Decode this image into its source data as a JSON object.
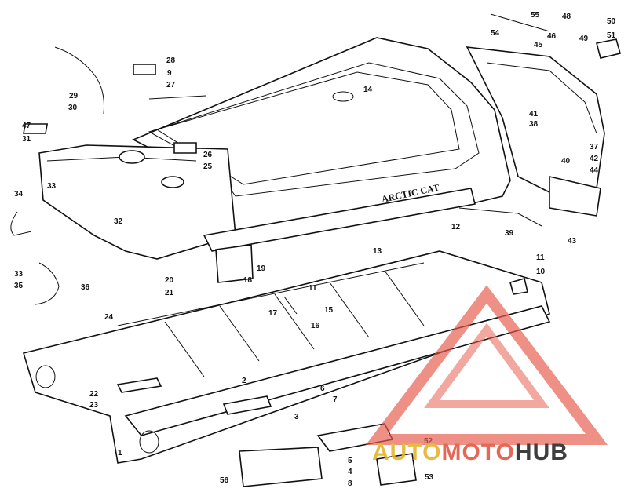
{
  "diagram": {
    "callouts": [
      {
        "id": "c55",
        "num": "55"
      },
      {
        "id": "c48",
        "num": "48"
      },
      {
        "id": "c50",
        "num": "50"
      },
      {
        "id": "c54",
        "num": "54"
      },
      {
        "id": "c46",
        "num": "46"
      },
      {
        "id": "c49",
        "num": "49"
      },
      {
        "id": "c51",
        "num": "51"
      },
      {
        "id": "c45",
        "num": "45"
      },
      {
        "id": "c28",
        "num": "28"
      },
      {
        "id": "c9",
        "num": "9"
      },
      {
        "id": "c27",
        "num": "27"
      },
      {
        "id": "c29",
        "num": "29"
      },
      {
        "id": "c30",
        "num": "30"
      },
      {
        "id": "c14",
        "num": "14"
      },
      {
        "id": "c47",
        "num": "47"
      },
      {
        "id": "c31",
        "num": "31"
      },
      {
        "id": "c26",
        "num": "26"
      },
      {
        "id": "c25",
        "num": "25"
      },
      {
        "id": "c41",
        "num": "41"
      },
      {
        "id": "c38",
        "num": "38"
      },
      {
        "id": "c37",
        "num": "37"
      },
      {
        "id": "c42",
        "num": "42"
      },
      {
        "id": "c40",
        "num": "40"
      },
      {
        "id": "c44",
        "num": "44"
      },
      {
        "id": "c34",
        "num": "34"
      },
      {
        "id": "c33a",
        "num": "33"
      },
      {
        "id": "c32",
        "num": "32"
      },
      {
        "id": "c12",
        "num": "12"
      },
      {
        "id": "c39",
        "num": "39"
      },
      {
        "id": "c43",
        "num": "43"
      },
      {
        "id": "c13",
        "num": "13"
      },
      {
        "id": "c33b",
        "num": "33"
      },
      {
        "id": "c35",
        "num": "35"
      },
      {
        "id": "c19",
        "num": "19"
      },
      {
        "id": "c11a",
        "num": "11"
      },
      {
        "id": "c10",
        "num": "10"
      },
      {
        "id": "c36",
        "num": "36"
      },
      {
        "id": "c20",
        "num": "20"
      },
      {
        "id": "c18",
        "num": "18"
      },
      {
        "id": "c21",
        "num": "21"
      },
      {
        "id": "c11b",
        "num": "11"
      },
      {
        "id": "c24",
        "num": "24"
      },
      {
        "id": "c17",
        "num": "17"
      },
      {
        "id": "c15",
        "num": "15"
      },
      {
        "id": "c16",
        "num": "16"
      },
      {
        "id": "c2",
        "num": "2"
      },
      {
        "id": "c6",
        "num": "6"
      },
      {
        "id": "c22",
        "num": "22"
      },
      {
        "id": "c7",
        "num": "7"
      },
      {
        "id": "c23",
        "num": "23"
      },
      {
        "id": "c3",
        "num": "3"
      },
      {
        "id": "c52",
        "num": "52"
      },
      {
        "id": "c1",
        "num": "1"
      },
      {
        "id": "c5",
        "num": "5"
      },
      {
        "id": "c4",
        "num": "4"
      },
      {
        "id": "c56",
        "num": "56"
      },
      {
        "id": "c8",
        "num": "8"
      },
      {
        "id": "c53",
        "num": "53"
      }
    ],
    "hood_text": "ARCTIC CAT"
  },
  "watermark": {
    "part1": "AUTO",
    "part2": "MOTO",
    "part3": "HUB",
    "colors": {
      "triangle": "#e85c4f",
      "auto": "#e3b52c",
      "moto": "#e25745",
      "hub": "#2a2a2a"
    }
  }
}
